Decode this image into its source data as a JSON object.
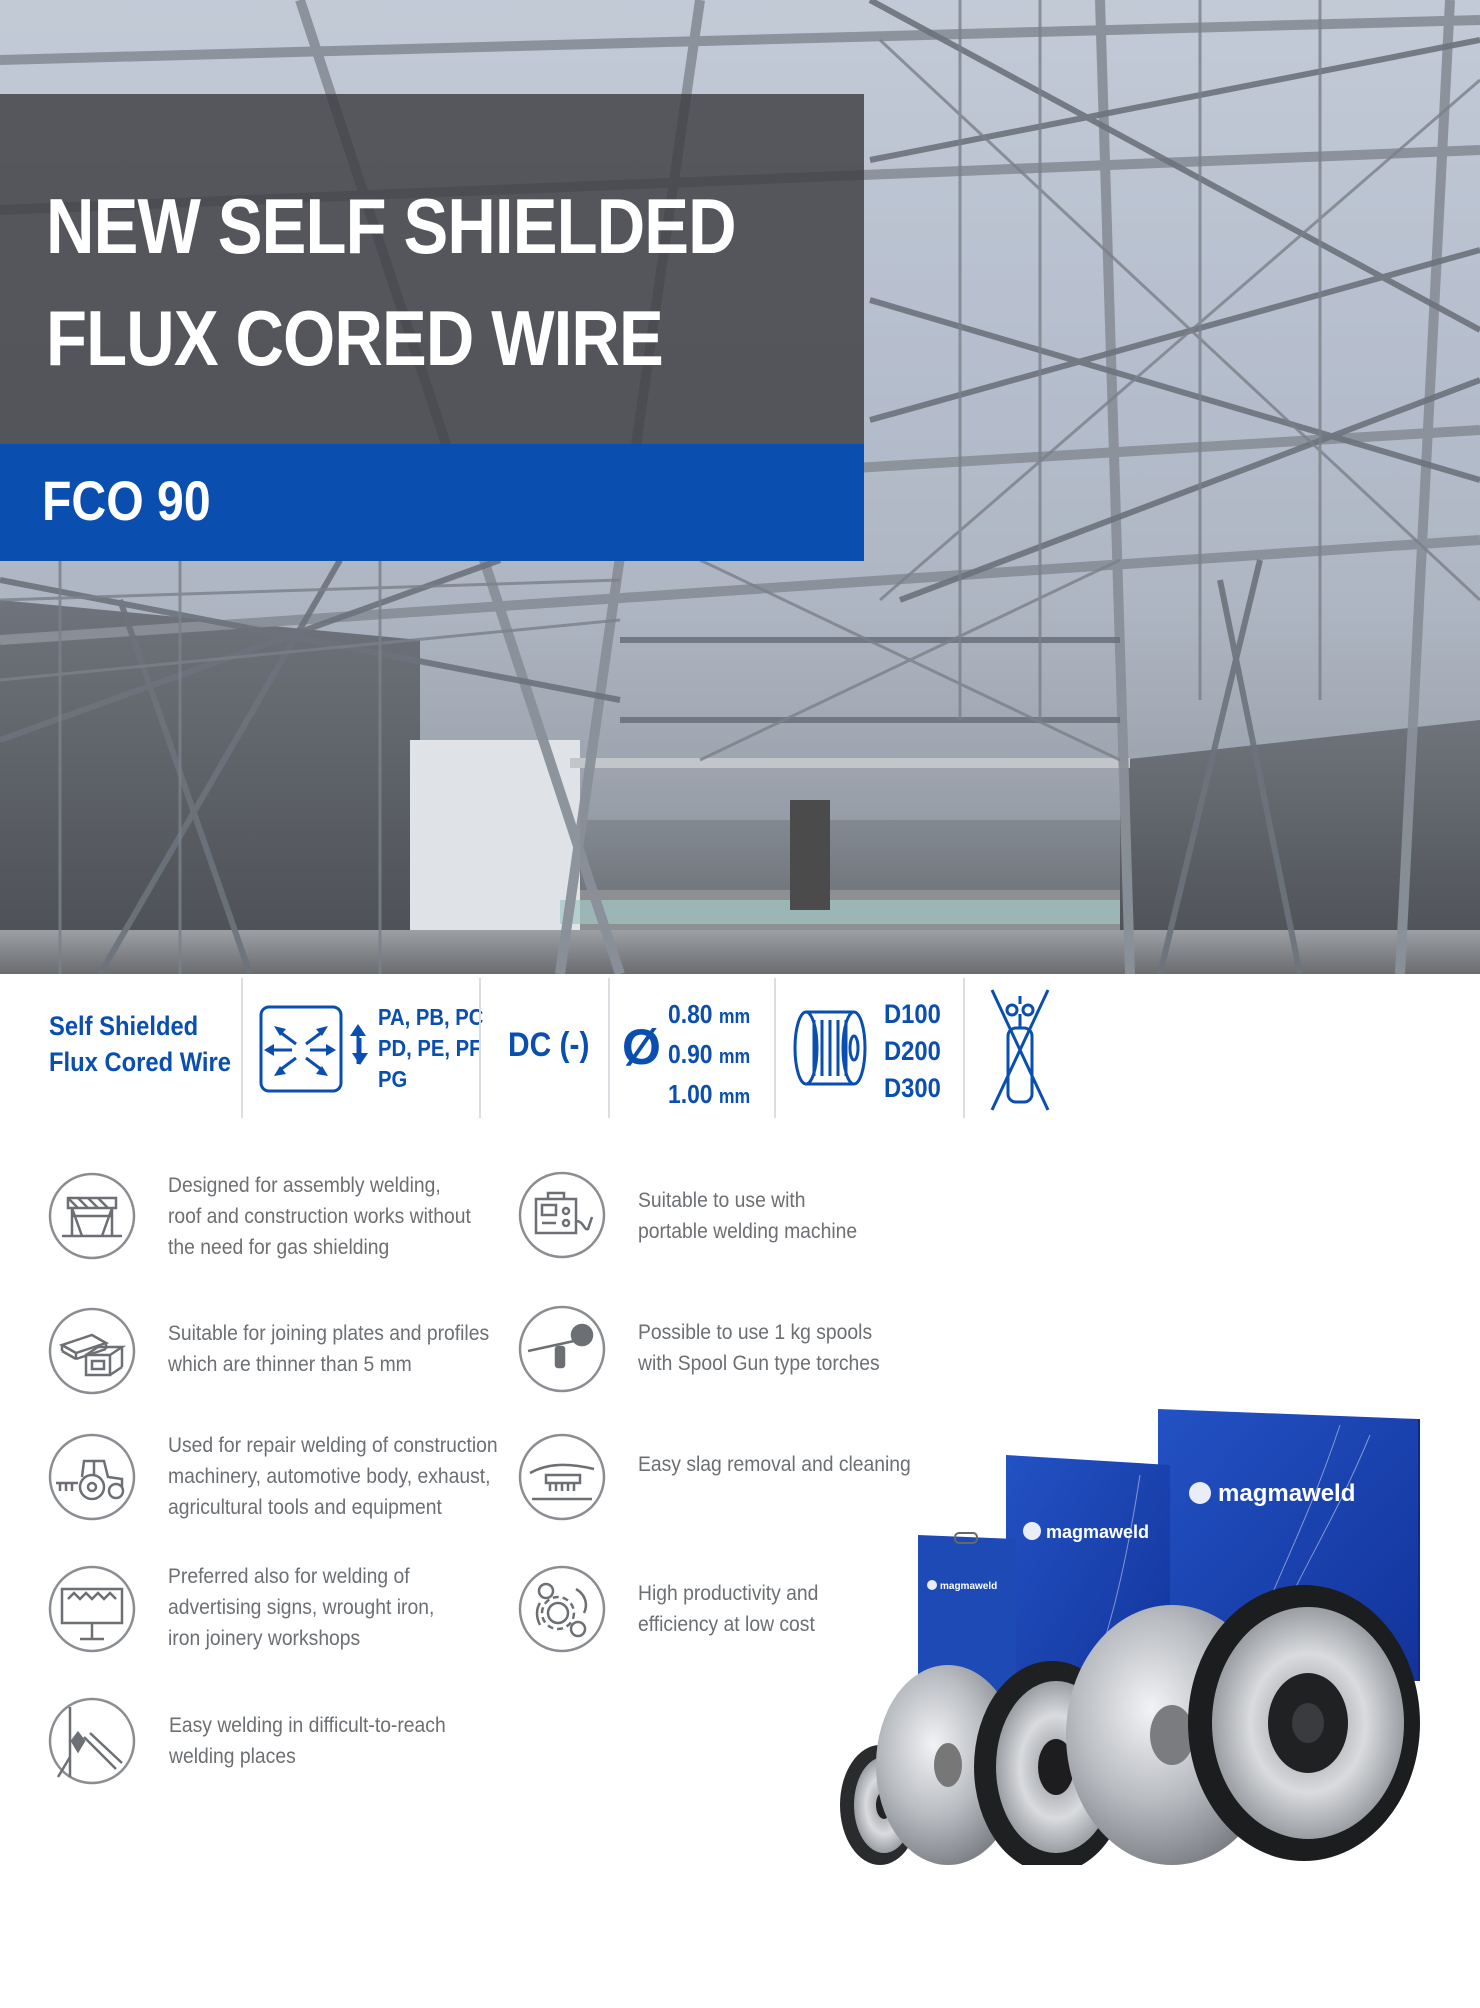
{
  "hero": {
    "title_line1": "NEW SELF SHIELDED",
    "title_line2": "FLUX CORED WIRE",
    "model": "FCO 90"
  },
  "specs": {
    "product_type_line1": "Self Shielded",
    "product_type_line2": "Flux Cored Wire",
    "positions_line1": "PA, PB, PC",
    "positions_line2": "PD, PE, PF",
    "positions_line3": "PG",
    "current": "DC (-)",
    "diameter_symbol": "Ø",
    "diameters": [
      "0.80",
      "0.90",
      "1.00"
    ],
    "diameter_unit": "mm",
    "spools": [
      "D100",
      "D200",
      "D300"
    ]
  },
  "features_left": [
    {
      "icon": "building-frame-icon",
      "lines": [
        "Designed for assembly welding,",
        "roof  and construction works without",
        "the need for gas shielding"
      ]
    },
    {
      "icon": "plates-profiles-icon",
      "lines": [
        "Suitable for joining plates and profiles",
        "which are thinner than 5 mm"
      ]
    },
    {
      "icon": "tractor-icon",
      "lines": [
        "Used for repair welding of construction",
        "machinery, automotive body, exhaust,",
        "agricultural tools and equipment"
      ]
    },
    {
      "icon": "billboard-icon",
      "lines": [
        "Preferred also for welding of",
        "advertising signs, wrought iron,",
        "iron joinery workshops"
      ]
    },
    {
      "icon": "corner-weld-icon",
      "lines": [
        "Easy welding in difficult-to-reach",
        "welding places"
      ]
    }
  ],
  "features_right": [
    {
      "icon": "welding-machine-icon",
      "lines": [
        "Suitable to use with",
        "portable welding machine"
      ]
    },
    {
      "icon": "spool-gun-icon",
      "lines": [
        "Possible to use 1 kg spools",
        "with Spool Gun type torches"
      ]
    },
    {
      "icon": "wire-brush-icon",
      "lines": [
        "Easy slag removal and cleaning"
      ]
    },
    {
      "icon": "productivity-gear-icon",
      "lines": [
        "High productivity and",
        "efficiency at low cost"
      ]
    }
  ],
  "product": {
    "brand": "magmaweld"
  },
  "colors": {
    "brand_blue": "#0a4fb0",
    "title_box": "#3e3e42",
    "feature_text": "#6c6f73",
    "icon_gray": "#8a8d91"
  }
}
